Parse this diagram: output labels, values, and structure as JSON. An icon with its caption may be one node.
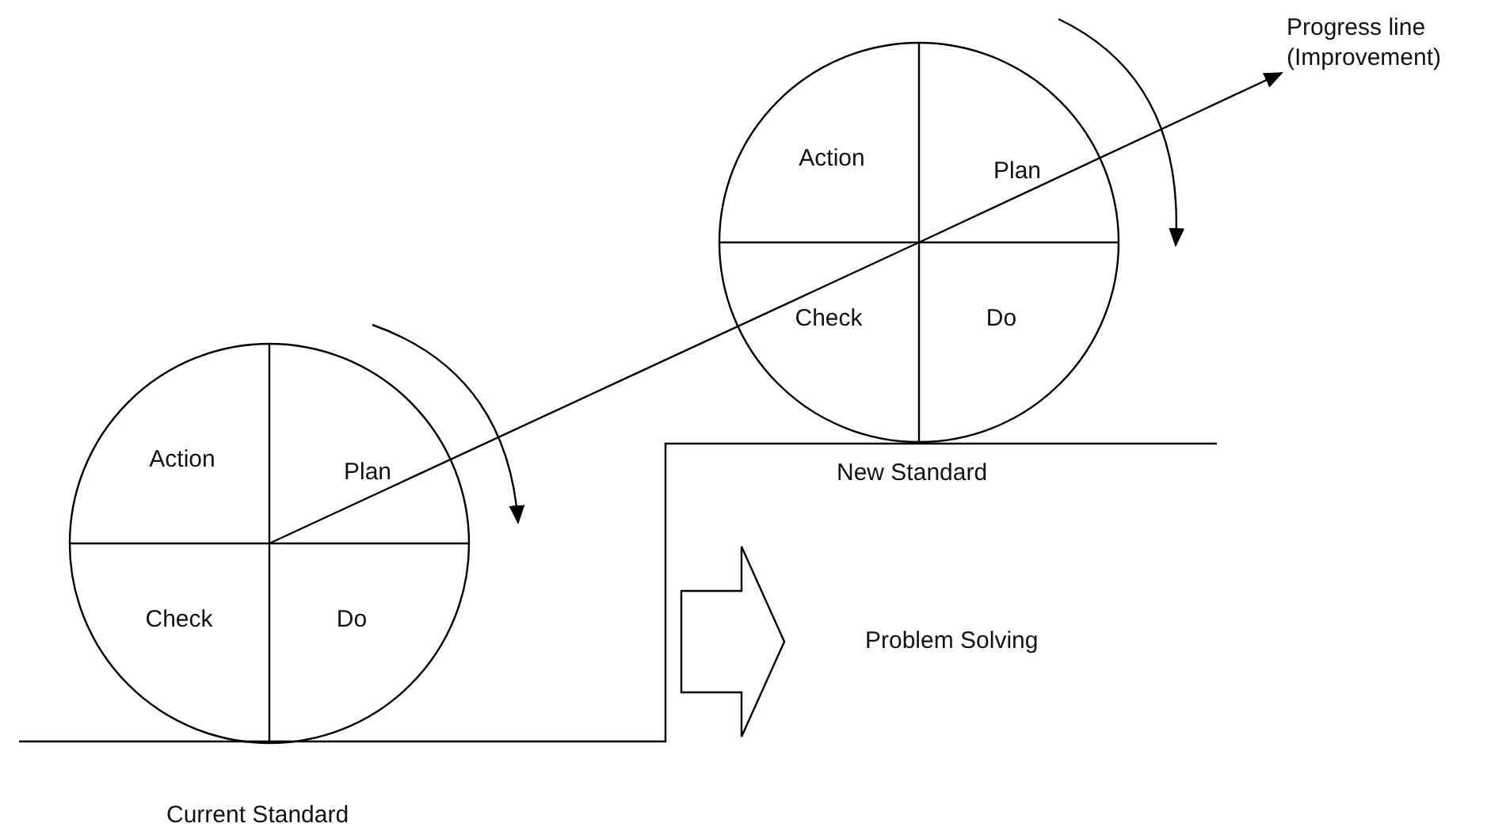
{
  "diagram": {
    "nodes": [
      {
        "text": [
          "Action",
          "Plan",
          "Check",
          "Do"
        ]
      },
      {
        "text": [
          "Action",
          "Plan",
          "Check",
          "Do"
        ]
      },
      {
        "text": [
          "Progress line (Improvement)"
        ]
      }
    ],
    "edges": [
      {
        "from": 0,
        "to": 1,
        "arrow": "none"
      },
      {
        "from": 1,
        "to": 2,
        "arrow": "to"
      }
    ],
    "labels": [
      "New Standard",
      "Problem Solving",
      "Current Standard"
    ]
  }
}
